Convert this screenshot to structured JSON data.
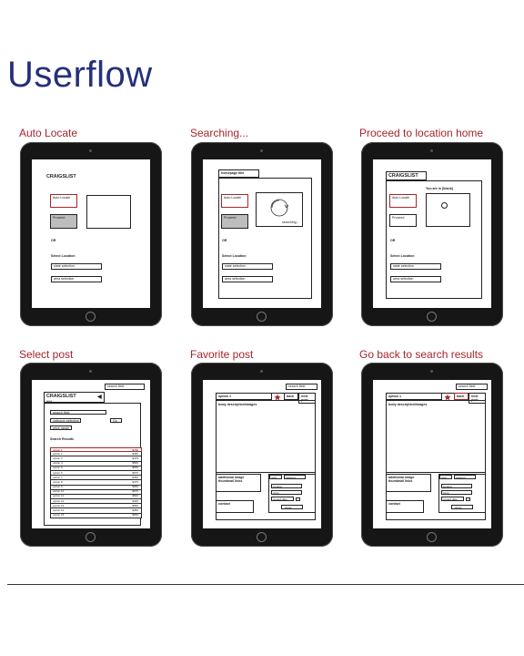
{
  "title": "Userflow",
  "steps": [
    {
      "label": "Auto Locate"
    },
    {
      "label": "Searching..."
    },
    {
      "label": "Proceed to location home"
    },
    {
      "label": "Select post"
    },
    {
      "label": "Favorite post"
    },
    {
      "label": "Go back to search results"
    }
  ],
  "wire": {
    "app_name": "CRAIGSLIST",
    "auto_locate": "Auto Locate",
    "proceed": "Proceed",
    "or": "OR",
    "select_location": "Select Location",
    "state_selection": "state selection",
    "area_selection": "area selection",
    "homepage_title": "homepage title",
    "searching": "searching...",
    "you_are_in": "You are in [blank]",
    "search_field": "search field",
    "area": "area",
    "category_selection": "category selection",
    "price_range": "price range",
    "go": "Go",
    "search_results": "Search Results",
    "results": [
      {
        "name": "option 1",
        "price": "$750"
      },
      {
        "name": "option 2",
        "price": "$450"
      },
      {
        "name": "option 3",
        "price": "$475"
      },
      {
        "name": "option 4",
        "price": "$500"
      },
      {
        "name": "option 5",
        "price": "$650"
      },
      {
        "name": "option 6",
        "price": "$575"
      },
      {
        "name": "option 7",
        "price": "$350"
      },
      {
        "name": "option 8",
        "price": "$475"
      },
      {
        "name": "option 9",
        "price": "$650"
      },
      {
        "name": "option 10",
        "price": "$675"
      },
      {
        "name": "option 11",
        "price": "$500"
      },
      {
        "name": "option 12",
        "price": "$430"
      },
      {
        "name": "option 13",
        "price": "$550"
      },
      {
        "name": "option 14",
        "price": "$350"
      },
      {
        "name": "option 15",
        "price": "$650"
      }
    ],
    "option_1": "option 1",
    "back": "back",
    "next_post": "next post",
    "body_description": "body description/images",
    "additional_image": "additional image thumbnail links",
    "contact": "contact",
    "reply": "reply",
    "category": "category",
    "location": "location",
    "price": "price",
    "posted_date": "posted date",
    "share": "share"
  }
}
